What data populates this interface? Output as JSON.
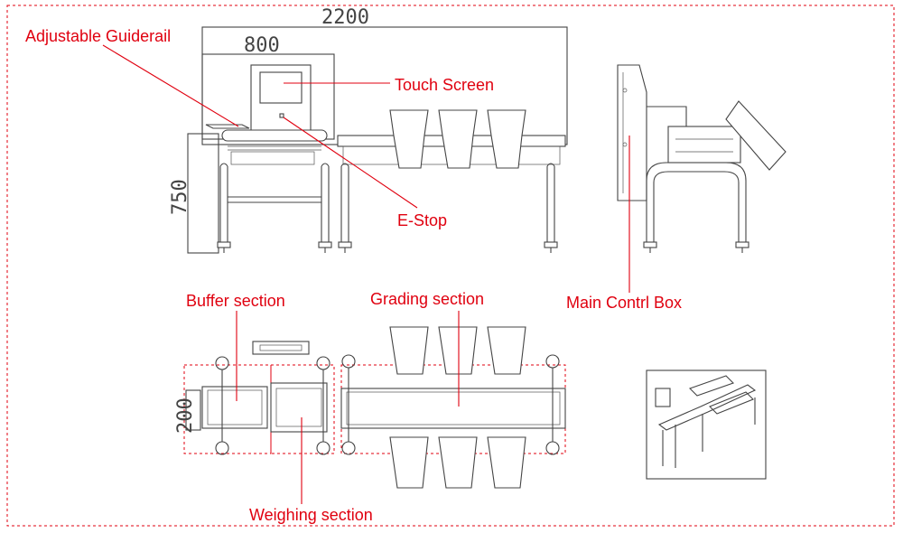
{
  "dimensions": {
    "total_length": "2200",
    "screen_width": "800",
    "height": "750",
    "belt_width": "200"
  },
  "labels": {
    "adjustable_guiderail": "Adjustable Guiderail",
    "touch_screen": "Touch Screen",
    "e_stop": "E-Stop",
    "main_control_box": "Main Contrl Box",
    "buffer_section": "Buffer section",
    "grading_section": "Grading section",
    "weighing_section": "Weighing section"
  },
  "colors": {
    "callout": "#e0000f",
    "linework": "#444444"
  }
}
